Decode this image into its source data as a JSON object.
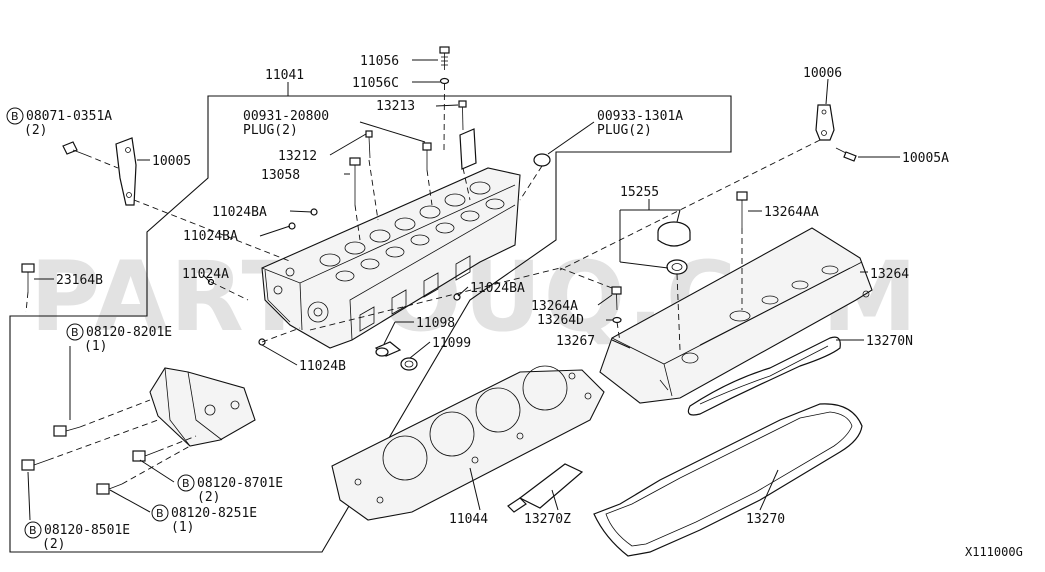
{
  "watermark": "PARTSOUQ.COM",
  "diagram_code": "X111000G",
  "labels": {
    "p11041": "11041",
    "p11056": "11056",
    "p11056c": "11056C",
    "p10006": "10006",
    "p08071": "08071-0351A",
    "p08071_qty": "(2)",
    "p00931": "00931-20800",
    "p00931_plug": "PLUG(2)",
    "p13213": "13213",
    "p00933": "00933-1301A",
    "p00933_plug": "PLUG(2)",
    "p10005": "10005",
    "p10005a": "10005A",
    "p13212": "13212",
    "p13058": "13058",
    "p15255": "15255",
    "p13264aa": "13264AA",
    "p11024ba_1": "11024BA",
    "p11024ba_2": "11024BA",
    "p11024a": "11024A",
    "p11024ba_3": "11024BA",
    "p23164b": "23164B",
    "p13264": "13264",
    "p13264a": "13264A",
    "p13264d": "13264D",
    "p08120_8201": "08120-8201E",
    "p08120_8201_qty": "(1)",
    "p11098": "11098",
    "p11099": "11099",
    "p13267": "13267",
    "p13270n": "13270N",
    "p11024b": "11024B",
    "p08120_8701": "08120-8701E",
    "p08120_8701_qty": "(2)",
    "p08120_8251": "08120-8251E",
    "p08120_8251_qty": "(1)",
    "p08120_8501": "08120-8501E",
    "p08120_8501_qty": "(2)",
    "p11044": "11044",
    "p13270z": "13270Z",
    "p13270": "13270"
  },
  "bolt_symbol": "B"
}
